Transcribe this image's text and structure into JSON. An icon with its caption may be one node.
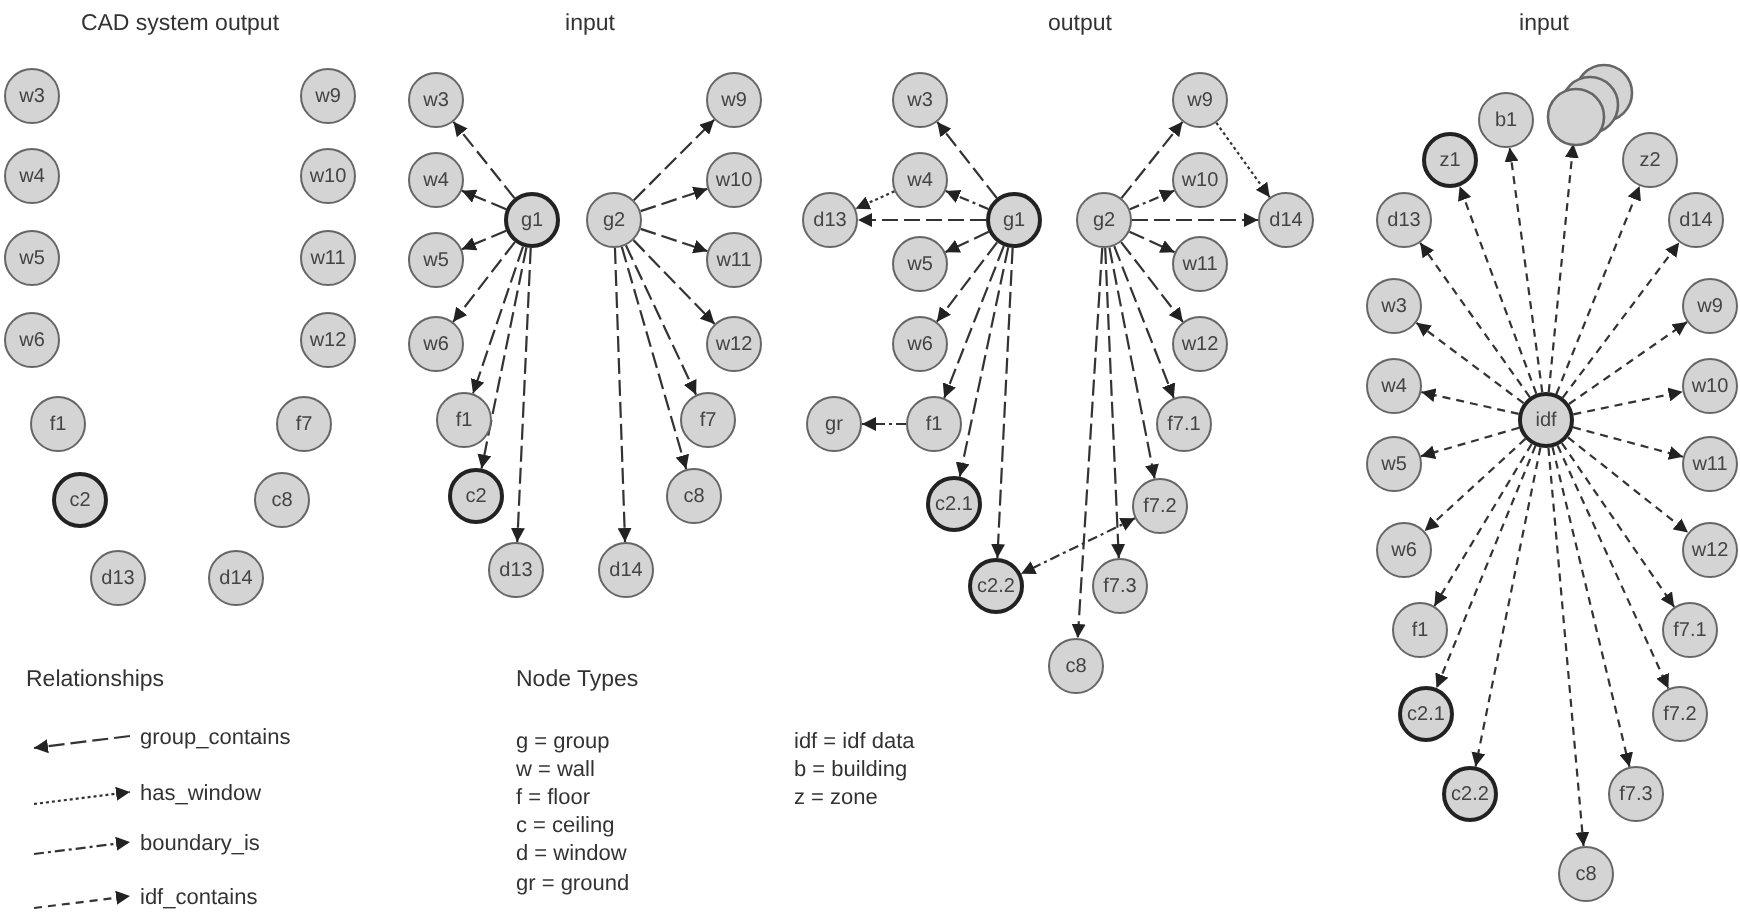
{
  "diagram": {
    "nodes": [
      {
        "text": [
          "w3"
        ]
      },
      {
        "text": [
          "w4"
        ]
      },
      {
        "text": [
          "w5"
        ]
      },
      {
        "text": [
          "w6"
        ]
      },
      {
        "text": [
          "f1"
        ]
      },
      {
        "text": [
          "c2"
        ]
      },
      {
        "text": [
          "d13"
        ]
      },
      {
        "text": [
          "w9"
        ]
      },
      {
        "text": [
          "w10"
        ]
      },
      {
        "text": [
          "w11"
        ]
      },
      {
        "text": [
          "w12"
        ]
      },
      {
        "text": [
          "f7"
        ]
      },
      {
        "text": [
          "c8"
        ]
      },
      {
        "text": [
          "d14"
        ]
      },
      {
        "text": [
          "w3"
        ]
      },
      {
        "text": [
          "w4"
        ]
      },
      {
        "text": [
          "w5"
        ]
      },
      {
        "text": [
          "w6"
        ]
      },
      {
        "text": [
          "f1"
        ]
      },
      {
        "text": [
          "c2"
        ]
      },
      {
        "text": [
          "d13"
        ]
      },
      {
        "text": [
          "g1"
        ]
      },
      {
        "text": [
          "g2"
        ]
      },
      {
        "text": [
          "w9"
        ]
      },
      {
        "text": [
          "w10"
        ]
      },
      {
        "text": [
          "w11"
        ]
      },
      {
        "text": [
          "w12"
        ]
      },
      {
        "text": [
          "f7"
        ]
      },
      {
        "text": [
          "c8"
        ]
      },
      {
        "text": [
          "d14"
        ]
      },
      {
        "text": [
          "w3"
        ]
      },
      {
        "text": [
          "w4"
        ]
      },
      {
        "text": [
          "d13"
        ]
      },
      {
        "text": [
          "g1"
        ]
      },
      {
        "text": [
          "w5"
        ]
      },
      {
        "text": [
          "w6"
        ]
      },
      {
        "text": [
          "gr"
        ]
      },
      {
        "text": [
          "f1"
        ]
      },
      {
        "text": [
          "c2.1"
        ]
      },
      {
        "text": [
          "c2.2"
        ]
      },
      {
        "text": [
          "c8"
        ]
      },
      {
        "text": [
          "g2"
        ]
      },
      {
        "text": [
          "w9"
        ]
      },
      {
        "text": [
          "w10"
        ]
      },
      {
        "text": [
          "d14"
        ]
      },
      {
        "text": [
          "w11"
        ]
      },
      {
        "text": [
          "w12"
        ]
      },
      {
        "text": [
          "f7.1"
        ]
      },
      {
        "text": [
          "f7.2"
        ]
      },
      {
        "text": [
          "f7.3"
        ]
      },
      {
        "text": [
          "b1"
        ]
      },
      {
        "text": [],
        "shape": "circle"
      },
      {
        "text": [
          "z1"
        ]
      },
      {
        "text": [
          "z2"
        ]
      },
      {
        "text": [
          "d13"
        ]
      },
      {
        "text": [
          "d14"
        ]
      },
      {
        "text": [
          "w3"
        ]
      },
      {
        "text": [
          "w9"
        ]
      },
      {
        "text": [
          "w4"
        ]
      },
      {
        "text": [
          "w10"
        ]
      },
      {
        "text": [
          "idf"
        ]
      },
      {
        "text": [
          "w5"
        ]
      },
      {
        "text": [
          "w11"
        ]
      },
      {
        "text": [
          "w6"
        ]
      },
      {
        "text": [
          "w12"
        ]
      },
      {
        "text": [
          "f1"
        ]
      },
      {
        "text": [
          "f7.1"
        ]
      },
      {
        "text": [
          "c2.1"
        ]
      },
      {
        "text": [
          "f7.2"
        ]
      },
      {
        "text": [
          "c2.2"
        ]
      },
      {
        "text": [
          "f7.3"
        ]
      },
      {
        "text": [
          "c8"
        ]
      }
    ],
    "edges": [
      {
        "from": 21,
        "to": 14,
        "arrow": "to",
        "style": "dashed"
      },
      {
        "from": 21,
        "to": 15,
        "arrow": "to",
        "style": "dashed"
      },
      {
        "from": 21,
        "to": 16,
        "arrow": "to",
        "style": "dashed"
      },
      {
        "from": 21,
        "to": 17,
        "arrow": "to",
        "style": "dashed"
      },
      {
        "from": 21,
        "to": 18,
        "arrow": "to",
        "style": "dashed"
      },
      {
        "from": 21,
        "to": 19,
        "arrow": "to",
        "style": "dashed"
      },
      {
        "from": 21,
        "to": 20,
        "arrow": "to",
        "style": "dashed"
      },
      {
        "from": 22,
        "to": 23,
        "arrow": "to",
        "style": "dashed"
      },
      {
        "from": 22,
        "to": 24,
        "arrow": "to",
        "style": "dashed"
      },
      {
        "from": 22,
        "to": 25,
        "arrow": "to",
        "style": "dashed"
      },
      {
        "from": 22,
        "to": 26,
        "arrow": "to",
        "style": "dashed"
      },
      {
        "from": 22,
        "to": 27,
        "arrow": "to",
        "style": "dashed"
      },
      {
        "from": 22,
        "to": 28,
        "arrow": "to",
        "style": "dashed"
      },
      {
        "from": 22,
        "to": 29,
        "arrow": "to",
        "style": "dashed"
      },
      {
        "from": 33,
        "to": 30,
        "arrow": "to",
        "style": "dashed"
      },
      {
        "from": 33,
        "to": 31,
        "arrow": "to",
        "style": "dashed"
      },
      {
        "from": 33,
        "to": 32,
        "arrow": "to",
        "style": "dashed"
      },
      {
        "from": 31,
        "to": 32,
        "arrow": "to",
        "style": "dashed"
      },
      {
        "from": 33,
        "to": 34,
        "arrow": "to",
        "style": "dashed"
      },
      {
        "from": 33,
        "to": 35,
        "arrow": "to",
        "style": "dashed"
      },
      {
        "from": 33,
        "to": 37,
        "arrow": "to",
        "style": "dashed"
      },
      {
        "from": 37,
        "to": 36,
        "arrow": "to",
        "style": "dashed"
      },
      {
        "from": 33,
        "to": 38,
        "arrow": "to",
        "style": "dashed"
      },
      {
        "from": 33,
        "to": 39,
        "arrow": "to",
        "style": "dashed"
      },
      {
        "from": 41,
        "to": 42,
        "arrow": "to",
        "style": "dashed"
      },
      {
        "from": 41,
        "to": 43,
        "arrow": "to",
        "style": "dashed"
      },
      {
        "from": 41,
        "to": 44,
        "arrow": "to",
        "style": "dashed"
      },
      {
        "from": 42,
        "to": 44,
        "arrow": "to",
        "style": "dashed"
      },
      {
        "from": 41,
        "to": 45,
        "arrow": "to",
        "style": "dashed"
      },
      {
        "from": 41,
        "to": 46,
        "arrow": "to",
        "style": "dashed"
      },
      {
        "from": 41,
        "to": 47,
        "arrow": "to",
        "style": "dashed"
      },
      {
        "from": 41,
        "to": 48,
        "arrow": "to",
        "style": "dashed"
      },
      {
        "from": 41,
        "to": 49,
        "arrow": "to",
        "style": "dashed"
      },
      {
        "from": 41,
        "to": 40,
        "arrow": "to",
        "style": "dashed"
      },
      {
        "from": 48,
        "to": 39,
        "arrow": "both",
        "style": "dashed"
      },
      {
        "from": 60,
        "to": 50,
        "arrow": "to",
        "style": "dashed"
      },
      {
        "from": 60,
        "to": 51,
        "arrow": "to",
        "style": "dashed"
      },
      {
        "from": 60,
        "to": 52,
        "arrow": "to",
        "style": "dashed"
      },
      {
        "from": 60,
        "to": 53,
        "arrow": "to",
        "style": "dashed"
      },
      {
        "from": 60,
        "to": 54,
        "arrow": "to",
        "style": "dashed"
      },
      {
        "from": 60,
        "to": 55,
        "arrow": "to",
        "style": "dashed"
      },
      {
        "from": 60,
        "to": 56,
        "arrow": "to",
        "style": "dashed"
      },
      {
        "from": 60,
        "to": 57,
        "arrow": "to",
        "style": "dashed"
      },
      {
        "from": 60,
        "to": 58,
        "arrow": "to",
        "style": "dashed"
      },
      {
        "from": 60,
        "to": 59,
        "arrow": "to",
        "style": "dashed"
      },
      {
        "from": 60,
        "to": 61,
        "arrow": "to",
        "style": "dashed"
      },
      {
        "from": 60,
        "to": 62,
        "arrow": "to",
        "style": "dashed"
      },
      {
        "from": 60,
        "to": 63,
        "arrow": "to",
        "style": "dashed"
      },
      {
        "from": 60,
        "to": 64,
        "arrow": "to",
        "style": "dashed"
      },
      {
        "from": 60,
        "to": 65,
        "arrow": "to",
        "style": "dashed"
      },
      {
        "from": 60,
        "to": 66,
        "arrow": "to",
        "style": "dashed"
      },
      {
        "from": 60,
        "to": 67,
        "arrow": "to",
        "style": "dashed"
      },
      {
        "from": 60,
        "to": 68,
        "arrow": "to",
        "style": "dashed"
      },
      {
        "from": 60,
        "to": 69,
        "arrow": "to",
        "style": "dashed"
      },
      {
        "from": 60,
        "to": 70,
        "arrow": "to",
        "style": "dashed"
      },
      {
        "from": 60,
        "to": 71,
        "arrow": "to",
        "style": "dashed"
      }
    ],
    "labels": [
      "CAD system output",
      "input",
      "output",
      "input",
      "Relationships",
      "Node Types",
      "g = group",
      "w = wall",
      "f = floor",
      "c = ceiling",
      "d = window",
      "gr = ground",
      "idf = idf data",
      "b = building",
      "z = zone"
    ],
    "legend": [
      {
        "text": "group_contains"
      },
      {
        "text": "has_window"
      },
      {
        "text": "boundary_is"
      },
      {
        "text": "idf_contains"
      }
    ]
  }
}
